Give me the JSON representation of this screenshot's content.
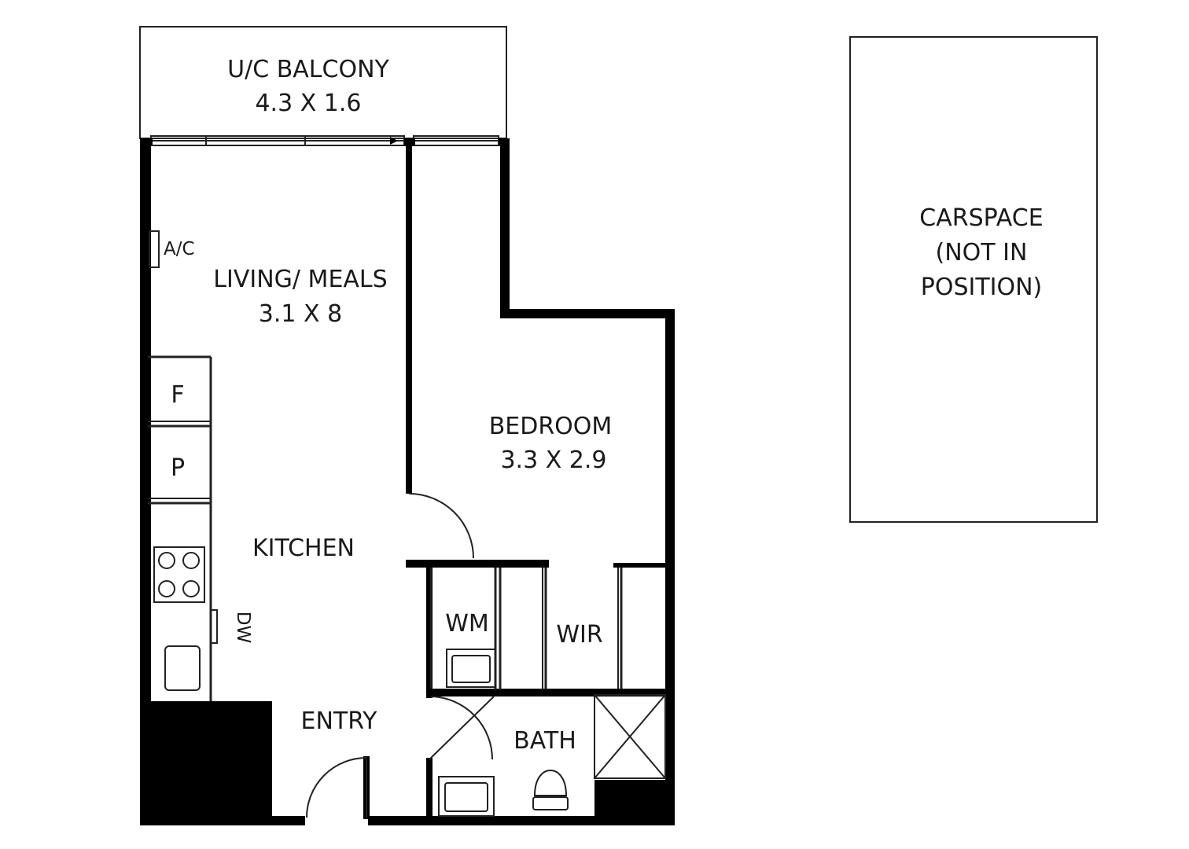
{
  "rooms": {
    "balcony": {
      "name": "U/C BALCONY",
      "dims": "4.3 X 1.6"
    },
    "living": {
      "name": "LIVING/ MEALS",
      "dims": "3.1 X 8"
    },
    "bedroom": {
      "name": "BEDROOM",
      "dims": "3.3 X 2.9"
    },
    "kitchen": {
      "name": "KITCHEN"
    },
    "entry": {
      "name": "ENTRY"
    },
    "bath": {
      "name": "BATH"
    },
    "wir": {
      "name": "WIR"
    },
    "wm": {
      "name": "WM"
    }
  },
  "fixtures": {
    "ac": "A/C",
    "fridge": "F",
    "pantry": "P",
    "dishwasher": "DW"
  },
  "carspace": {
    "line1": "CARSPACE",
    "line2": "(NOT IN",
    "line3": "POSITION)"
  }
}
